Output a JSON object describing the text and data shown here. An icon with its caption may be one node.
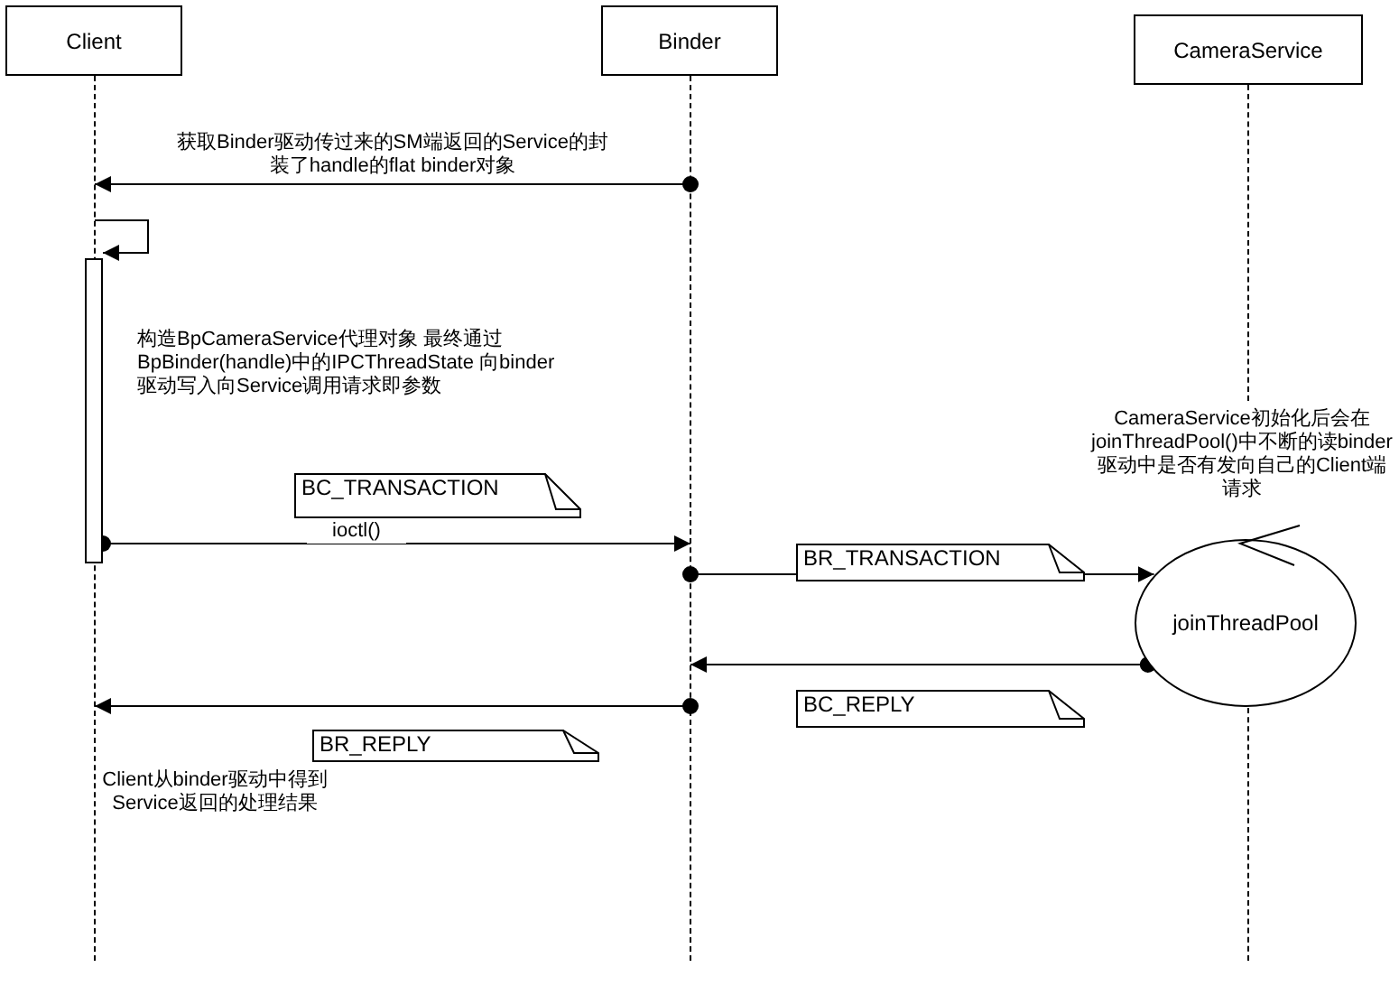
{
  "diagram": {
    "nodes": [
      {
        "text": [
          "Client"
        ]
      },
      {
        "text": [
          "Binder"
        ]
      },
      {
        "text": [
          "CameraService"
        ]
      },
      {
        "text": [
          "joinThreadPool"
        ]
      },
      {
        "text": [],
        "shape": "bar"
      },
      {
        "text": [
          "BC_TRANSACTION"
        ]
      },
      {
        "text": [
          "BR_TRANSACTION"
        ]
      },
      {
        "text": [
          "BC_REPLY"
        ]
      },
      {
        "text": [
          "BR_REPLY"
        ]
      },
      {
        "text": [],
        "shape": "lifeline"
      },
      {
        "text": [],
        "shape": "lifeline"
      },
      {
        "text": [],
        "shape": "lifeline"
      },
      {
        "text": [],
        "shape": "lifeline"
      }
    ],
    "edges": [
      {
        "from": 10,
        "to": 9,
        "arrow": "to",
        "label": "获取Binder驱动传过来的SM端返回的Service的封装了handle的flat binder对象"
      },
      {
        "from": 9,
        "to": 4,
        "arrow": "to"
      },
      {
        "from": 4,
        "to": 10,
        "arrow": "to",
        "label": "ioctl()"
      },
      {
        "from": 10,
        "to": 6,
        "arrow": "other"
      },
      {
        "from": 6,
        "to": 3,
        "arrow": "to"
      },
      {
        "from": 3,
        "to": 10,
        "arrow": "to"
      },
      {
        "from": 10,
        "to": 9,
        "arrow": "to"
      }
    ],
    "labels": [
      "构造BpCameraService代理对象 最终通过BpBinder(handle)中的IPCThreadState 向binder驱动写入向Service调用请求即参数",
      "CameraService初始化后会在joinThreadPool()中不断的读binder驱动中是否有发向自己的Client端请求",
      "Client从binder驱动中得到Service返回的处理结果"
    ]
  }
}
